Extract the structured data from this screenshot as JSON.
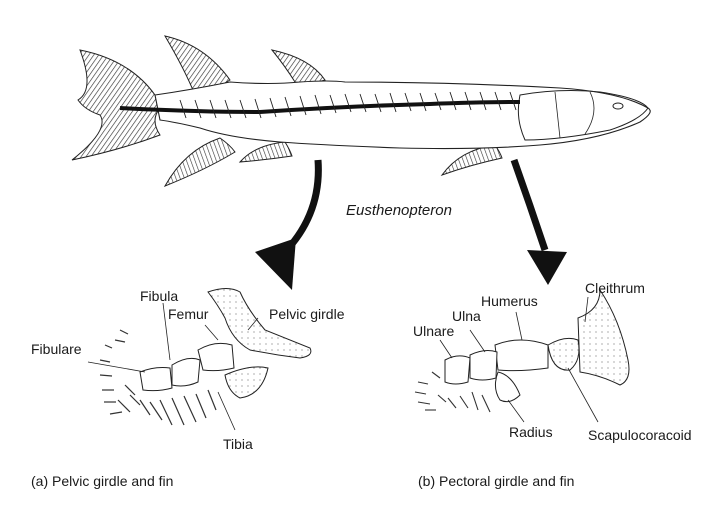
{
  "figure": {
    "species_label": "Eusthenopteron",
    "panel_a": {
      "caption": "(a) Pelvic girdle and fin",
      "labels": {
        "fibula": "Fibula",
        "femur": "Femur",
        "pelvic_girdle": "Pelvic girdle",
        "fibulare": "Fibulare",
        "tibia": "Tibia"
      }
    },
    "panel_b": {
      "caption": "(b) Pectoral girdle and fin",
      "labels": {
        "humerus": "Humerus",
        "cleithrum": "Cleithrum",
        "ulna": "Ulna",
        "ulnare": "Ulnare",
        "radius": "Radius",
        "scapulocoracoid": "Scapulocoracoid"
      }
    }
  }
}
